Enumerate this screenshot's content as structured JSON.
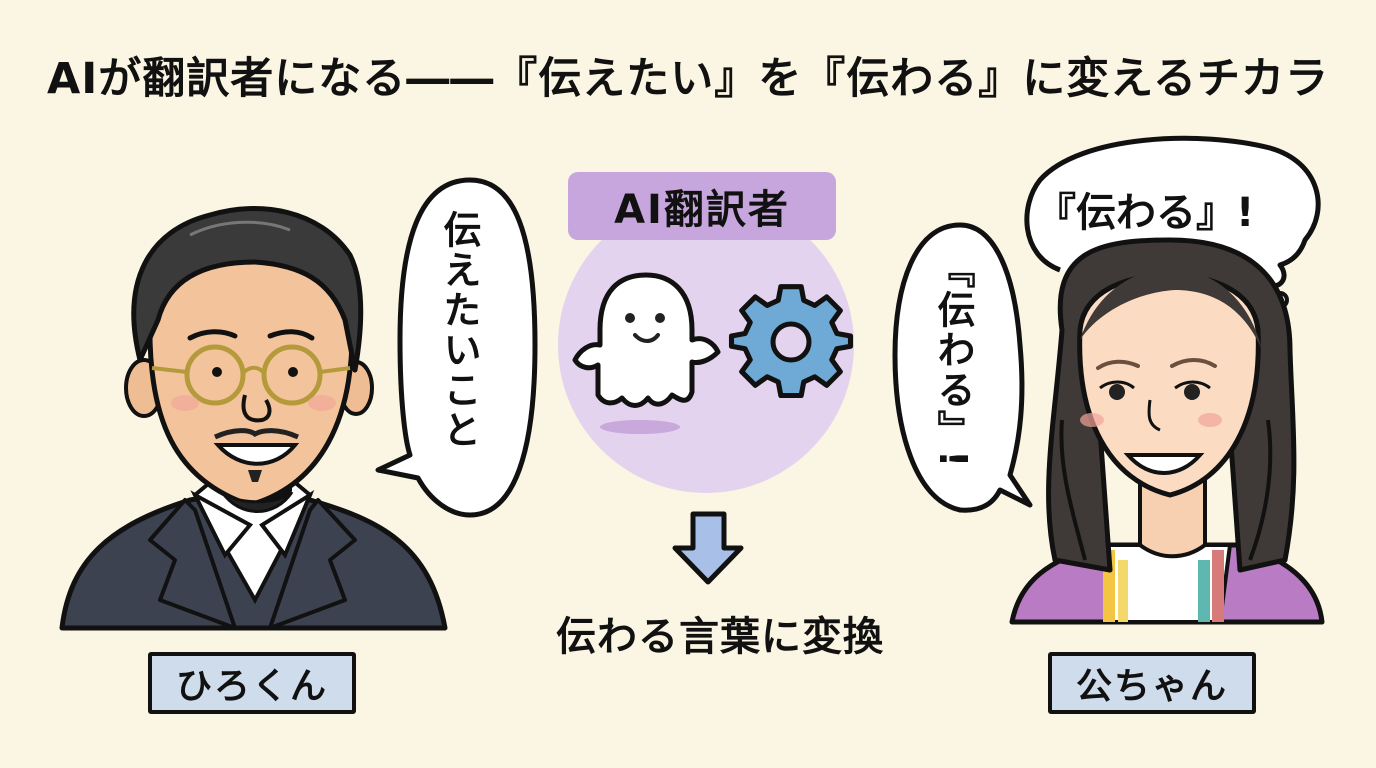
{
  "title": "AIが翻訳者になる――『伝えたい』を『伝わる』に変えるチカラ",
  "colors": {
    "background": "#fbf5e3",
    "ai_label_bg": "#c6a6dc",
    "ai_circle_bg": "#e4d3ee",
    "gear_fill": "#6faad6",
    "arrow_fill": "#a8c0e8",
    "name_tag_bg": "#cfdcec",
    "outline": "#111111"
  },
  "left_character": {
    "name": "ひろくん",
    "speech_bubble": "伝えたいこと",
    "description": "man with round gold glasses, goatee, dark suit, white shirt"
  },
  "center": {
    "ai_label": "AI翻訳者",
    "icons": [
      "ghost-icon",
      "gear-icon"
    ],
    "arrow": "down-arrow-icon",
    "caption": "伝わる言葉に変換"
  },
  "right_character": {
    "name": "公ちゃん",
    "speech_bubble": "『伝わる』!",
    "thought_bubble": "『伝わる』!",
    "description": "woman with long dark hair, purple cardigan, colorful top"
  }
}
